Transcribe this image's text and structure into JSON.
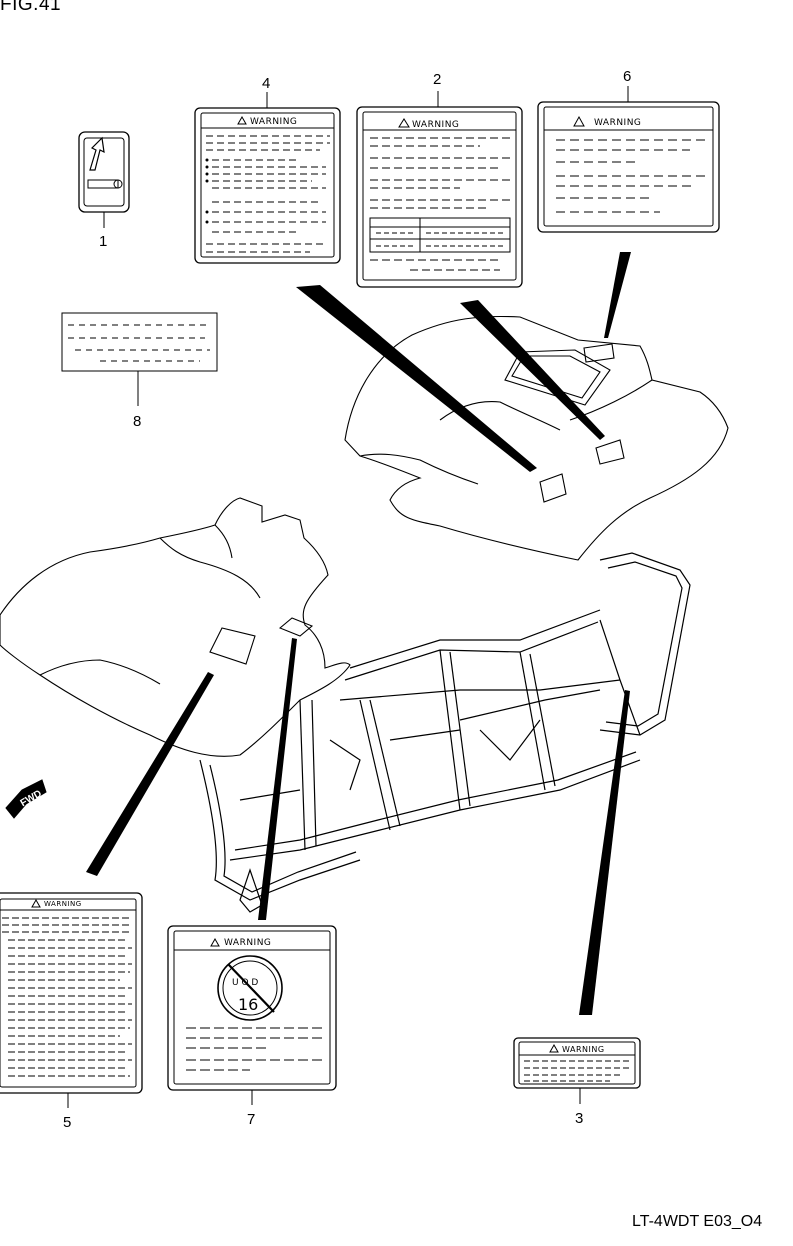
{
  "figure": {
    "title": "FIG.41",
    "code": "LT-4WDT E03_O4"
  },
  "callouts": [
    {
      "id": "1",
      "label": "1"
    },
    {
      "id": "2",
      "label": "2"
    },
    {
      "id": "3",
      "label": "3"
    },
    {
      "id": "4",
      "label": "4"
    },
    {
      "id": "5",
      "label": "5"
    },
    {
      "id": "6",
      "label": "6"
    },
    {
      "id": "7",
      "label": "7"
    },
    {
      "id": "8",
      "label": "8"
    }
  ],
  "labels": {
    "warning_text": "WARNING",
    "fwd_text": "FWD",
    "under16_top": "U    O    D",
    "under16_num": "16"
  }
}
